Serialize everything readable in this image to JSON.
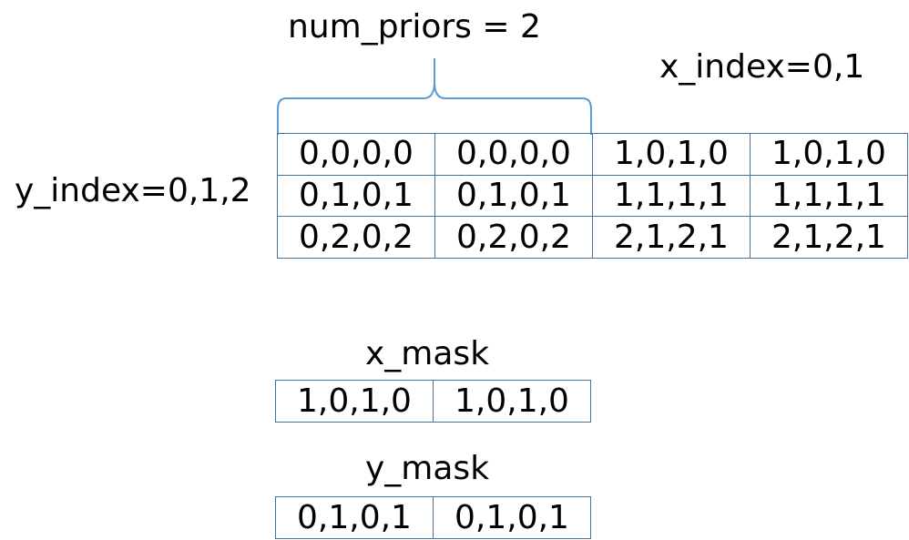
{
  "labels": {
    "num_priors": "num_priors = 2",
    "x_index": "x_index=0,1",
    "y_index": "y_index=0,1,2",
    "x_mask": "x_mask",
    "y_mask": "y_mask"
  },
  "main_table": [
    [
      "0,0,0,0",
      "0,0,0,0",
      "1,0,1,0",
      "1,0,1,0"
    ],
    [
      "0,1,0,1",
      "0,1,0,1",
      "1,1,1,1",
      "1,1,1,1"
    ],
    [
      "0,2,0,2",
      "0,2,0,2",
      "2,1,2,1",
      "2,1,2,1"
    ]
  ],
  "x_mask_table": [
    "1,0,1,0",
    "1,0,1,0"
  ],
  "y_mask_table": [
    "0,1,0,1",
    "0,1,0,1"
  ],
  "colors": {
    "grid_border": "#41719c",
    "brace": "#5b9bd5",
    "text": "#000000"
  }
}
